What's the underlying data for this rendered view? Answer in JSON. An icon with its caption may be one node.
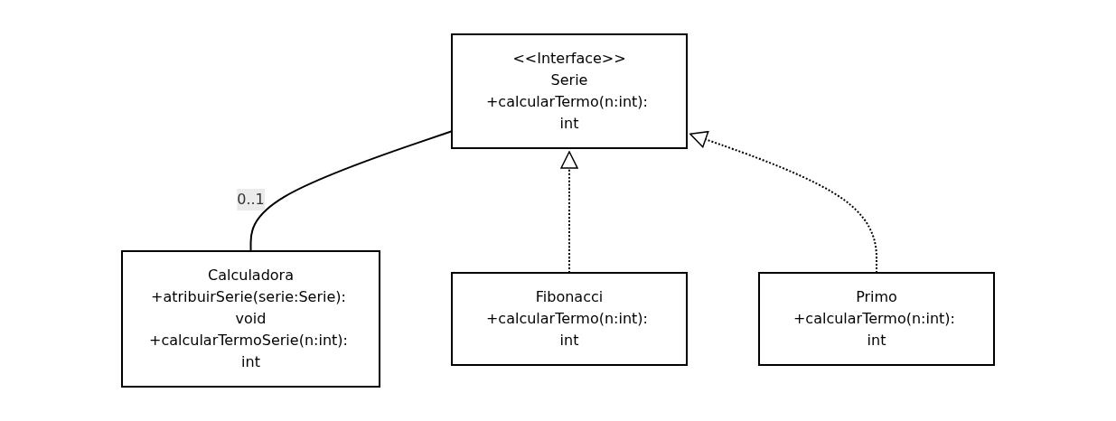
{
  "diagram": {
    "nodes": [
      {
        "text": [
          "Calculadora",
          "+atribuirSerie(serie:Serie): void",
          "+calcularTermoSerie(n:int): int"
        ]
      },
      {
        "text": [
          "<<Interface>>",
          "Serie",
          "+calcularTermo(n:int): int"
        ]
      },
      {
        "text": [
          "Fibonacci",
          "+calcularTermo(n:int): int"
        ]
      },
      {
        "text": [
          "Primo",
          "+calcularTermo(n:int): int"
        ]
      }
    ],
    "edges": [
      {
        "from": 0,
        "to": 1,
        "arrow": "other",
        "label": "0..1"
      },
      {
        "from": 2,
        "to": 1,
        "arrow": "to",
        "style": "dashed"
      },
      {
        "from": 3,
        "to": 1,
        "arrow": "to",
        "style": "dashed"
      }
    ]
  }
}
